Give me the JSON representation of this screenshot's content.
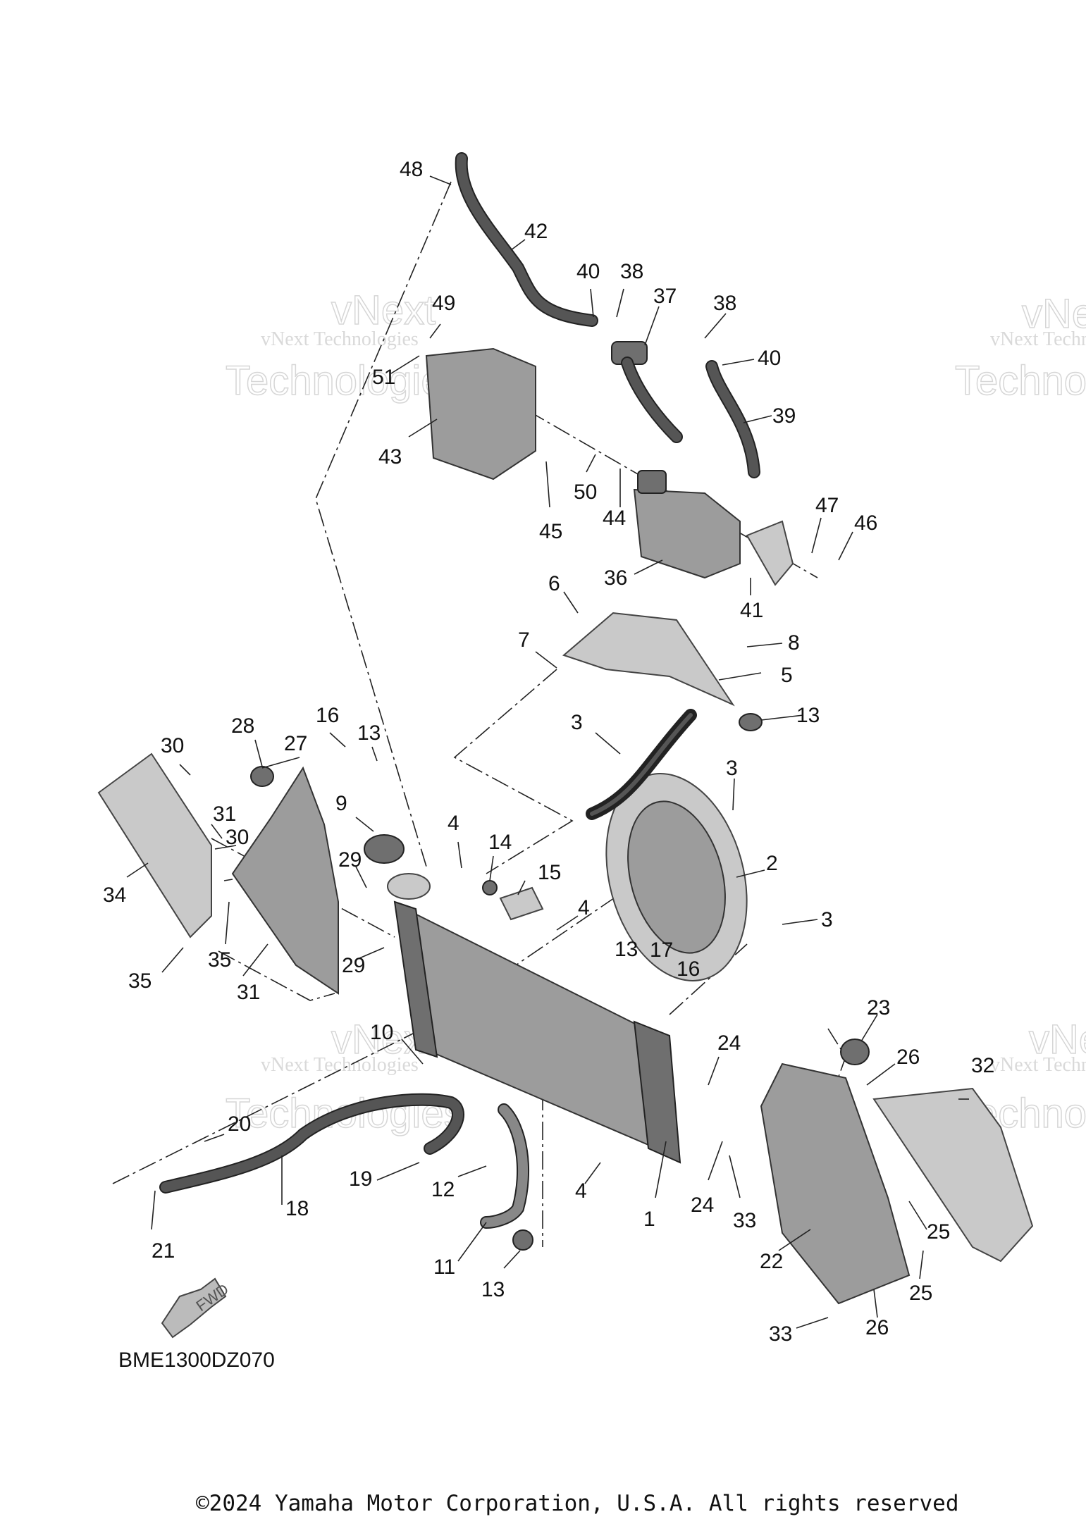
{
  "diagram_code": "BME1300DZ070",
  "copyright": "©2024 Yamaha Motor Corporation, U.S.A. All rights reserved",
  "fwd_label": "FWD",
  "watermark": {
    "line1": "vNext Technologies",
    "big1": "vNext",
    "big2": "Technologies"
  },
  "callouts": {
    "c1": "1",
    "c2": "2",
    "c3": "3",
    "c4": "4",
    "c5": "5",
    "c6": "6",
    "c7": "7",
    "c8": "8",
    "c9": "9",
    "c10": "10",
    "c11": "11",
    "c12": "12",
    "c13": "13",
    "c14": "14",
    "c15": "15",
    "c16": "16",
    "c17": "17",
    "c18": "18",
    "c19": "19",
    "c20": "20",
    "c21": "21",
    "c22": "22",
    "c23": "23",
    "c24": "24",
    "c25": "25",
    "c26": "26",
    "c27": "27",
    "c28": "28",
    "c29": "29",
    "c30": "30",
    "c31": "31",
    "c32": "32",
    "c33": "33",
    "c34": "34",
    "c35": "35",
    "c36": "36",
    "c37": "37",
    "c38": "38",
    "c39": "39",
    "c40": "40",
    "c41": "41",
    "c42": "42",
    "c43": "43",
    "c44": "44",
    "c45": "45",
    "c46": "46",
    "c47": "47",
    "c48": "48",
    "c49": "49",
    "c50": "50",
    "c51": "51"
  }
}
